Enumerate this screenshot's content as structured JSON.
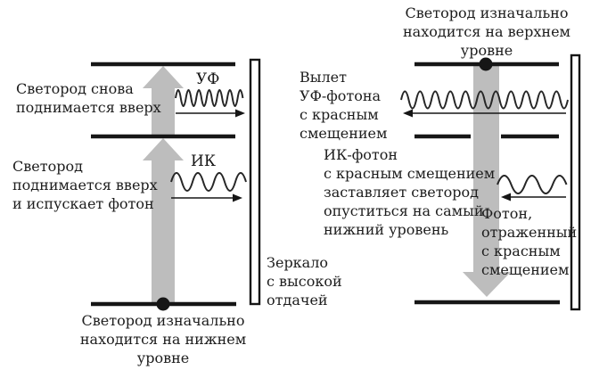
{
  "figure": {
    "type": "physics-energy-level-diagram",
    "colors": {
      "arrow_gray": "#bdbdbd",
      "line_black": "#161616",
      "wave_stroke": "#262626",
      "background": "#ffffff"
    },
    "left_panel": {
      "label_rises_again": [
        "Светород снова",
        "поднимается вверх"
      ],
      "label_rises_emits": [
        "Светород",
        "поднимается вверх",
        "и испускает фотон"
      ],
      "uv_wave_label": "УФ",
      "ik_wave_label": "ИК",
      "caption_bottom": [
        "Светород изначально",
        "находится на нижнем",
        "уровне"
      ],
      "mirror_label": [
        "Зеркало",
        "с высокой",
        "отдачей"
      ]
    },
    "right_panel": {
      "title_top": [
        "Светород изначально",
        "находится на верхнем",
        "уровне"
      ],
      "label_uv_exit": [
        "Вылет",
        "УФ-фотона",
        "с красным",
        "смещением"
      ],
      "label_ik_causes": [
        "ИК-фотон",
        "с красным смещением",
        "заставляет светород",
        "опуститься на самый",
        "нижний уровень"
      ],
      "label_photon_reflected": [
        "Фотон,",
        "отраженный",
        "с красным",
        "смещением"
      ]
    }
  }
}
